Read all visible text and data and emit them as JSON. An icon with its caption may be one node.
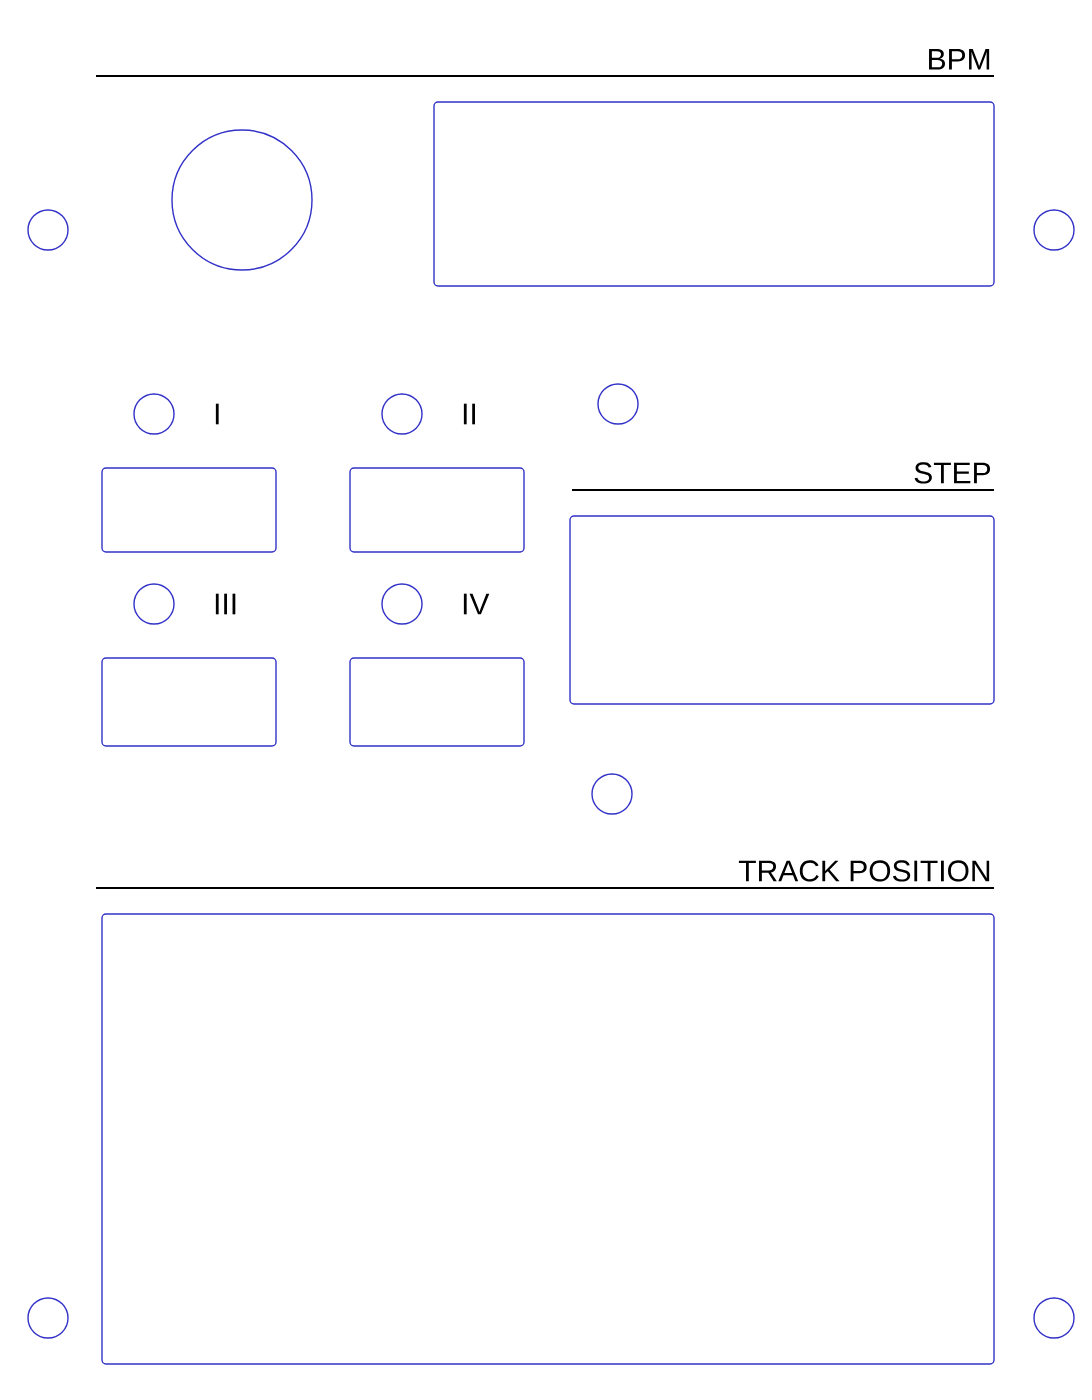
{
  "diagram": {
    "nodes": [
      {
        "text": [],
        "shape": "circle"
      },
      {
        "text": [],
        "shape": "circle"
      },
      {
        "text": [
          "BPM"
        ]
      },
      {
        "text": [],
        "shape": "circle"
      },
      {
        "text": [],
        "shape": "circle",
        "beside": [
          "I"
        ]
      },
      {
        "text": [],
        "shape": "circle",
        "beside": [
          "II"
        ]
      },
      {
        "text": [],
        "shape": "circle"
      },
      {
        "text": [
          "STEP"
        ]
      },
      {
        "text": [],
        "shape": "box"
      },
      {
        "text": [],
        "shape": "box"
      },
      {
        "text": [],
        "shape": "circle",
        "beside": [
          "III"
        ]
      },
      {
        "text": [],
        "shape": "circle",
        "beside": [
          "IV"
        ]
      },
      {
        "text": [],
        "shape": "box"
      },
      {
        "text": [],
        "shape": "box"
      },
      {
        "text": [],
        "shape": "circle"
      },
      {
        "text": [
          "TRACK POSITION"
        ]
      },
      {
        "text": [],
        "shape": "circle"
      },
      {
        "text": [],
        "shape": "circle"
      }
    ]
  }
}
